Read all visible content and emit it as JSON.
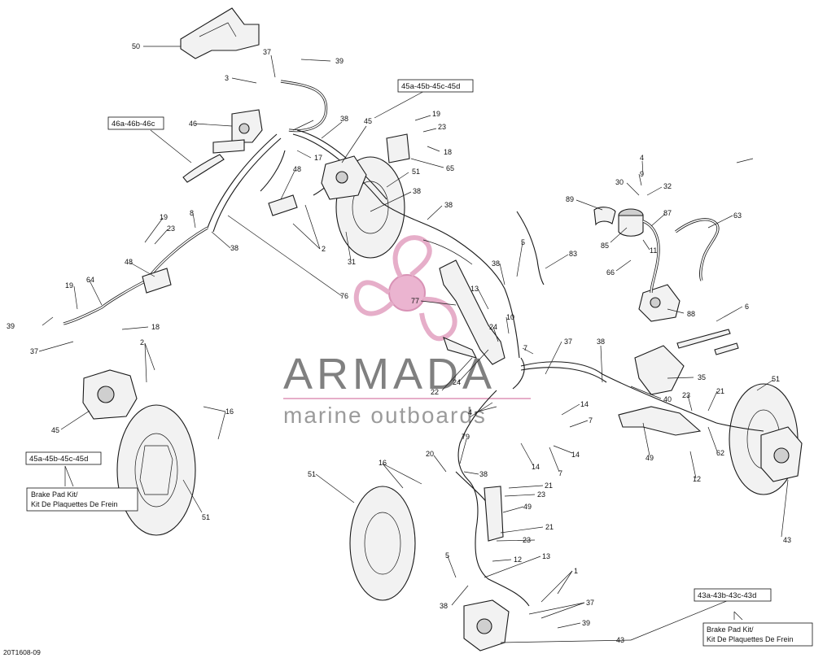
{
  "diagram": {
    "code": "20T1608-09",
    "watermark": {
      "name": "ARMADA",
      "subtitle": "marine outboards",
      "colors": {
        "logo": "#e8a8c8",
        "name": "#6b6b6b",
        "accent": "#e2a0c0"
      }
    },
    "boxes": {
      "b1": "46a-46b-46c",
      "b2": "45a-45b-45c-45d",
      "b3": "45a-45b-45c-45d",
      "b4": "43a-43b-43c-43d"
    },
    "kits": {
      "left": {
        "line1": "Brake Pad Kit/",
        "line2": "Kit De Plaquettes De Frein"
      },
      "right": {
        "line1": "Brake Pad Kit/",
        "line2": "Kit De Plaquettes De Frein"
      }
    },
    "callouts": {
      "c50": "50",
      "c3": "3",
      "c37a": "37",
      "c39a": "39",
      "c46": "46",
      "c45a": "45",
      "c38a": "38",
      "c19a": "19",
      "c23a": "23",
      "c18a": "18",
      "c65": "65",
      "c17": "17",
      "c48a": "48",
      "c51a": "51",
      "c38b": "38",
      "c38c": "38",
      "c2a": "2",
      "c31": "31",
      "c8": "8",
      "c19b": "19",
      "c23b": "23",
      "c38d": "38",
      "c48b": "48",
      "c64": "64",
      "c19c": "19",
      "c18b": "18",
      "c39b": "39",
      "c37b": "37",
      "c2b": "2",
      "c45b": "45",
      "c16a": "16",
      "c51b": "51",
      "c76": "76",
      "c77": "77",
      "c13a": "13",
      "c38e": "38",
      "c5a": "5",
      "c83": "83",
      "c10": "10",
      "c24a": "24",
      "c7a": "7",
      "c37c": "37",
      "c22": "22",
      "c24b": "24",
      "c38f": "38",
      "c4a": "4",
      "c9": "9",
      "c30": "30",
      "c32": "32",
      "c89": "89",
      "c87": "87",
      "c63": "63",
      "c85": "85",
      "c11": "11",
      "c66": "66",
      "c88": "88",
      "c6": "6",
      "c35": "35",
      "c40": "40",
      "c23c": "23",
      "c21a": "21",
      "c51c": "51",
      "c4b": "4",
      "c14a": "14",
      "c7b": "7",
      "c14b": "14",
      "c14c": "14",
      "c7c": "7",
      "c49a": "49",
      "c62": "62",
      "c12a": "12",
      "c79": "79",
      "c20": "20",
      "c38g": "38",
      "c21b": "21",
      "c23d": "23",
      "c16b": "16",
      "c49b": "49",
      "c21c": "21",
      "c23e": "23",
      "c51d": "51",
      "c12b": "12",
      "c5b": "5",
      "c13b": "13",
      "c1": "1",
      "c37d": "37",
      "c39c": "39",
      "c38h": "38",
      "c43a": "43",
      "c43b": "43"
    }
  }
}
